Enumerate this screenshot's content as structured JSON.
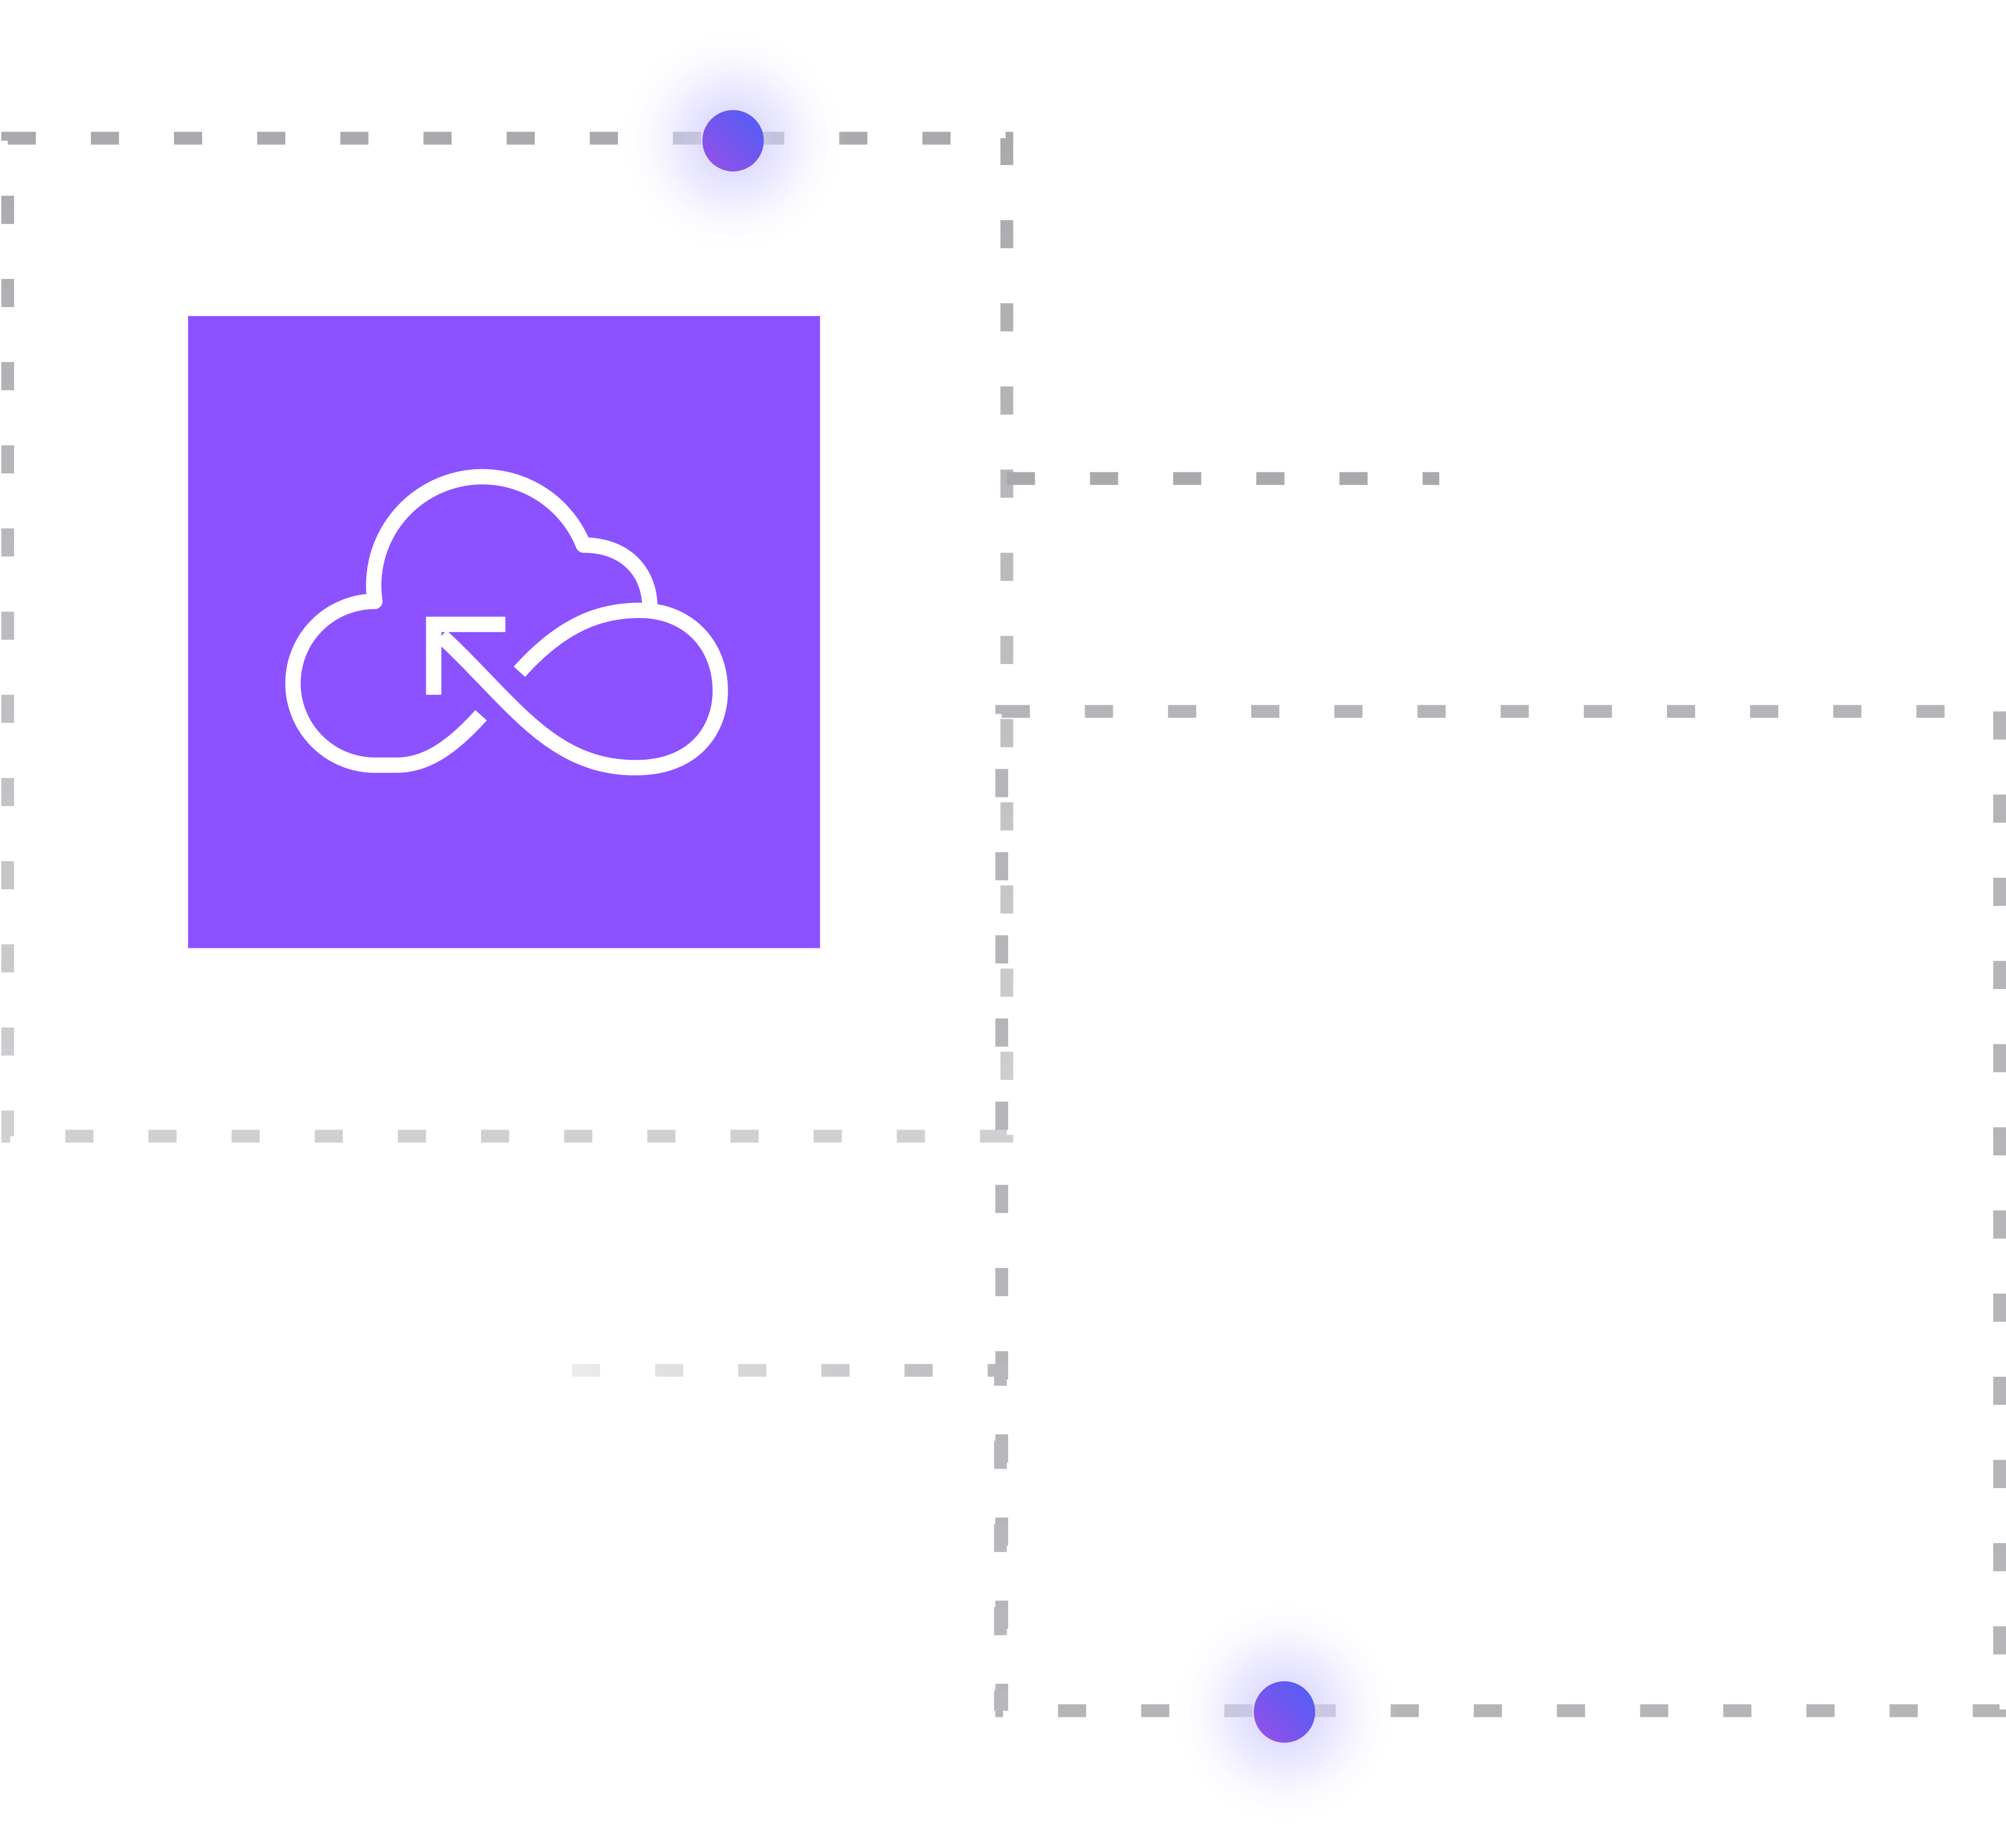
{
  "colors": {
    "background": "#ffffff",
    "tile": "#8c52ff",
    "icon_stroke": "#ffffff",
    "dash": "#a9a9ae",
    "dot_start": "#9b4fe6",
    "dot_end": "#4f5cf7",
    "glow": "#d9d6ff"
  },
  "icon": {
    "name": "cloud-sync-infinity-icon"
  },
  "connectors": [
    {
      "name": "top-left-frame"
    },
    {
      "name": "right-frame"
    },
    {
      "name": "connector-right"
    },
    {
      "name": "connector-bottom"
    }
  ],
  "nodes": [
    {
      "name": "top-node"
    },
    {
      "name": "bottom-node"
    }
  ]
}
